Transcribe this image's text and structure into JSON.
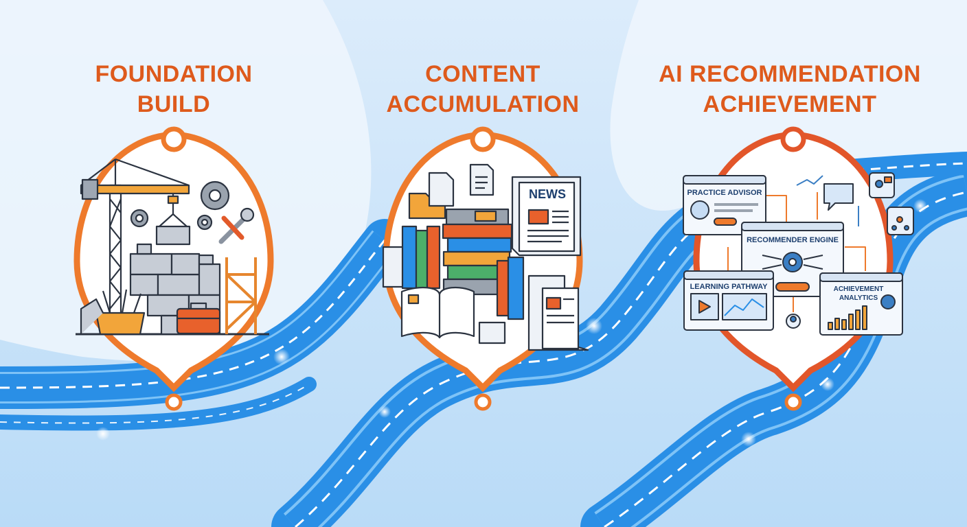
{
  "stages": [
    {
      "title_line1": "FOUNDATION",
      "title_line2": "BUILD"
    },
    {
      "title_line1": "CONTENT",
      "title_line2": "ACCUMULATION",
      "newspaper_label": "NEWS"
    },
    {
      "title_line1": "AI RECOMMENDATION",
      "title_line2": "ACHIEVEMENT",
      "panels": {
        "practice_advisor": "PRACTICE ADVISOR",
        "recommender_engine": "RECOMMENDER ENGINE",
        "learning_pathway": "LEARNING PATHWAY",
        "achievement_analytics_1": "ACHIEVEMENT",
        "achievement_analytics_2": "ANALYTICS"
      }
    }
  ],
  "colors": {
    "title": "#de5a1c",
    "pin_border": "#ee7a2c",
    "road": "#2a8fe6",
    "road_dash": "#ffffff",
    "background": "#cfe6f9"
  }
}
